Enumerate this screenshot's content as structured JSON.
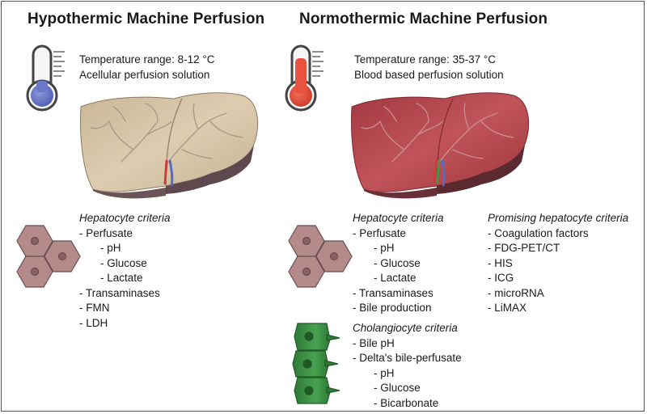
{
  "hmp": {
    "title": "Hypothermic Machine Perfusion",
    "temperature": "Temperature range: 8-12 °C",
    "solution": "Acellular perfusion solution",
    "criteria_title": "Hepatocyte criteria",
    "items": [
      "- Perfusate",
      "- pH",
      "- Glucose",
      "- Lactate",
      "- Transaminases",
      "- FMN",
      "- LDH"
    ]
  },
  "nmp": {
    "title": "Normothermic Machine Perfusion",
    "temperature": "Temperature range: 35-37 °C",
    "solution": "Blood based perfusion solution",
    "hep_title": "Hepatocyte criteria",
    "hep_items": [
      "- Perfusate",
      "- pH",
      "- Glucose",
      "- Lactate",
      "- Transaminases",
      "- Bile production"
    ],
    "prom_title": "Promising hepatocyte criteria",
    "prom_items": [
      "- Coagulation factors",
      "- FDG-PET/CT",
      "- HIS",
      "- ICG",
      "- microRNA",
      "- LiMAX"
    ],
    "chol_title": "Cholangiocyte criteria",
    "chol_items": [
      "- Bile pH",
      "- Delta's bile-perfusate",
      "- pH",
      "- Glucose",
      "- Bicarbonate"
    ]
  },
  "colors": {
    "cold_bulb": "#6a78c8",
    "warm_bulb": "#e8523f",
    "cold_liver": "#d3c0a2",
    "warm_liver": "#b4424a",
    "hepatocyte": "#b58a8a",
    "cholangiocyte": "#3f8e47"
  }
}
